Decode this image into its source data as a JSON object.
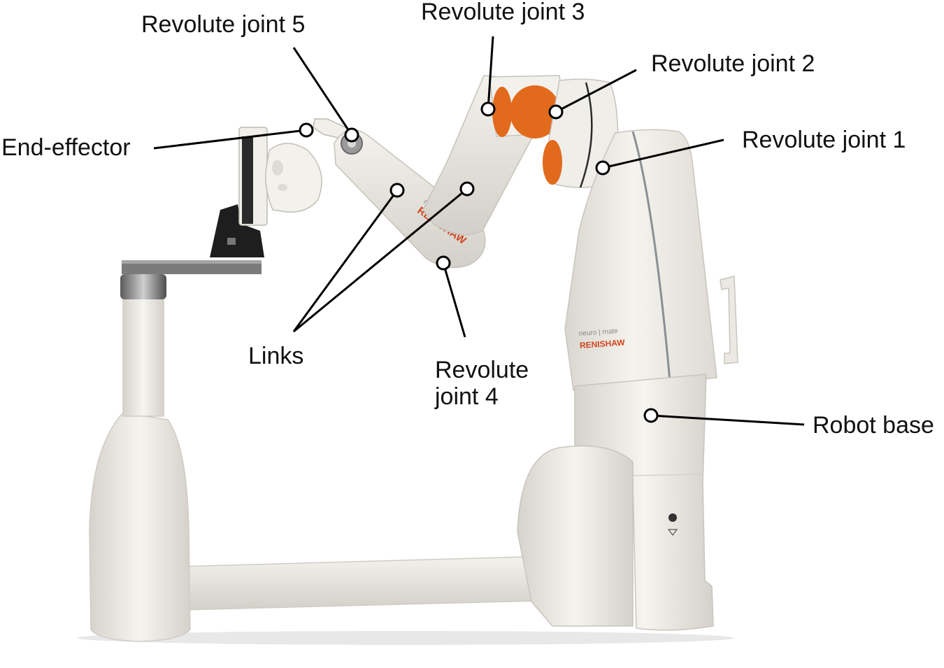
{
  "labels": {
    "revolute_joint_5": "Revolute joint 5",
    "revolute_joint_3": "Revolute joint 3",
    "revolute_joint_2": "Revolute joint 2",
    "revolute_joint_1": "Revolute joint 1",
    "end_effector": "End-effector",
    "links": "Links",
    "revolute_joint_4": "Revolute joint 4",
    "robot_base": "Robot base"
  },
  "branding": {
    "product": "neuro | mate",
    "maker": "RENISHAW"
  },
  "colors": {
    "robot_body": "#efede8",
    "joint_accent": "#e26a1c",
    "mount": "#1b1b1b",
    "callout": "#000000"
  }
}
